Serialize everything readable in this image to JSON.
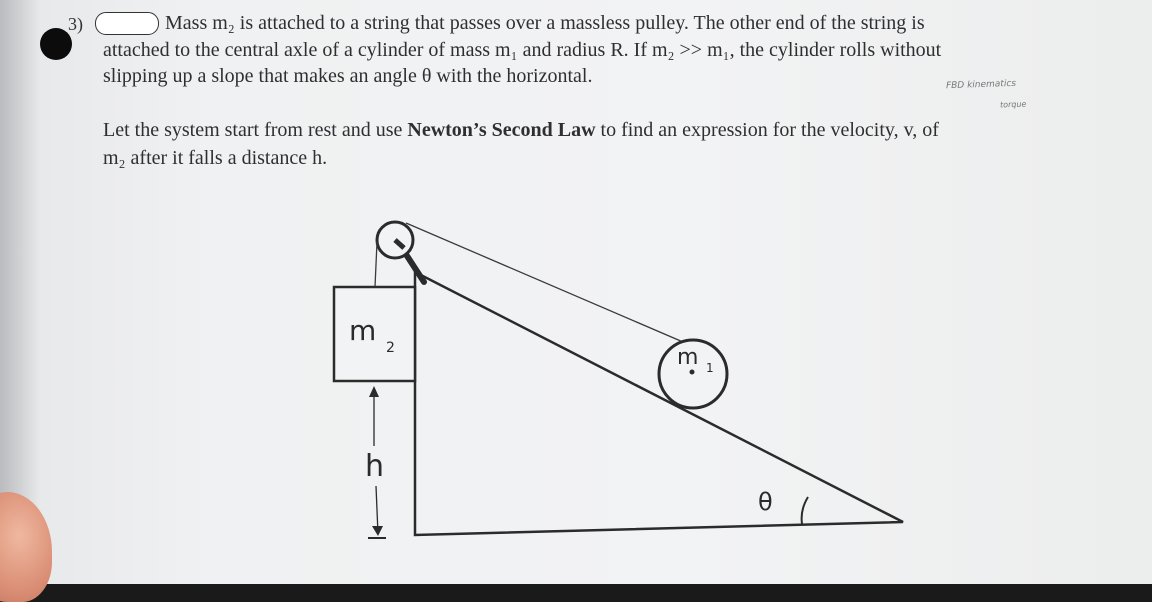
{
  "problem": {
    "number": "3)",
    "line1": "Mass m₂ is attached to a string that passes over a massless pulley.  The other end of the string is",
    "line2": "attached to the central axle of a cylinder of mass m₁ and radius R.  If m₂ >> m₁, the cylinder rolls without",
    "line3": "slipping up a slope that makes an angle θ with the horizontal.",
    "line4_a": "Let the system start from rest and use ",
    "line4_bold": "Newton’s Second Law",
    "line4_b": " to find an expression for the velocity, v, of",
    "line5": "m₂ after it falls a distance h."
  },
  "handwritten": {
    "note1": "FBD  kinematics",
    "note2": "torque"
  },
  "diagram": {
    "block_label": "m",
    "block_sub": "2",
    "cylinder_label": "m",
    "cylinder_sub": "1",
    "distance_label": "h",
    "angle_label": "θ"
  }
}
